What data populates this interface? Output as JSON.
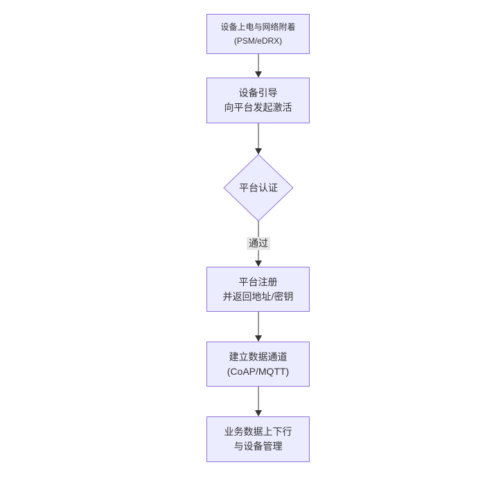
{
  "diagram": {
    "type": "flowchart",
    "direction": "top-down",
    "colors": {
      "node_fill": "#ECECFF",
      "node_border": "#9370DB",
      "text": "#333333",
      "arrow": "#333333",
      "edge_label_bg": "#e8e8e8",
      "background": "#ffffff"
    },
    "nodes": [
      {
        "id": "power-attach",
        "shape": "rect",
        "lines": [
          "设备上电与网络附着",
          "(PSM/eDRX)"
        ]
      },
      {
        "id": "bootstrap",
        "shape": "rect",
        "lines": [
          "设备引导",
          "向平台发起激活"
        ]
      },
      {
        "id": "platform-auth",
        "shape": "diamond",
        "lines": [
          "平台认证"
        ]
      },
      {
        "id": "register",
        "shape": "rect",
        "lines": [
          "平台注册",
          "并返回地址/密钥"
        ]
      },
      {
        "id": "data-channel",
        "shape": "rect",
        "lines": [
          "建立数据通道",
          "(CoAP/MQTT)"
        ]
      },
      {
        "id": "business-data",
        "shape": "rect",
        "lines": [
          "业务数据上下行",
          "与设备管理"
        ]
      }
    ],
    "edges": [
      {
        "from": "power-attach",
        "to": "bootstrap",
        "label": ""
      },
      {
        "from": "bootstrap",
        "to": "platform-auth",
        "label": ""
      },
      {
        "from": "platform-auth",
        "to": "register",
        "label": "通过"
      },
      {
        "from": "register",
        "to": "data-channel",
        "label": ""
      },
      {
        "from": "data-channel",
        "to": "business-data",
        "label": ""
      }
    ]
  }
}
